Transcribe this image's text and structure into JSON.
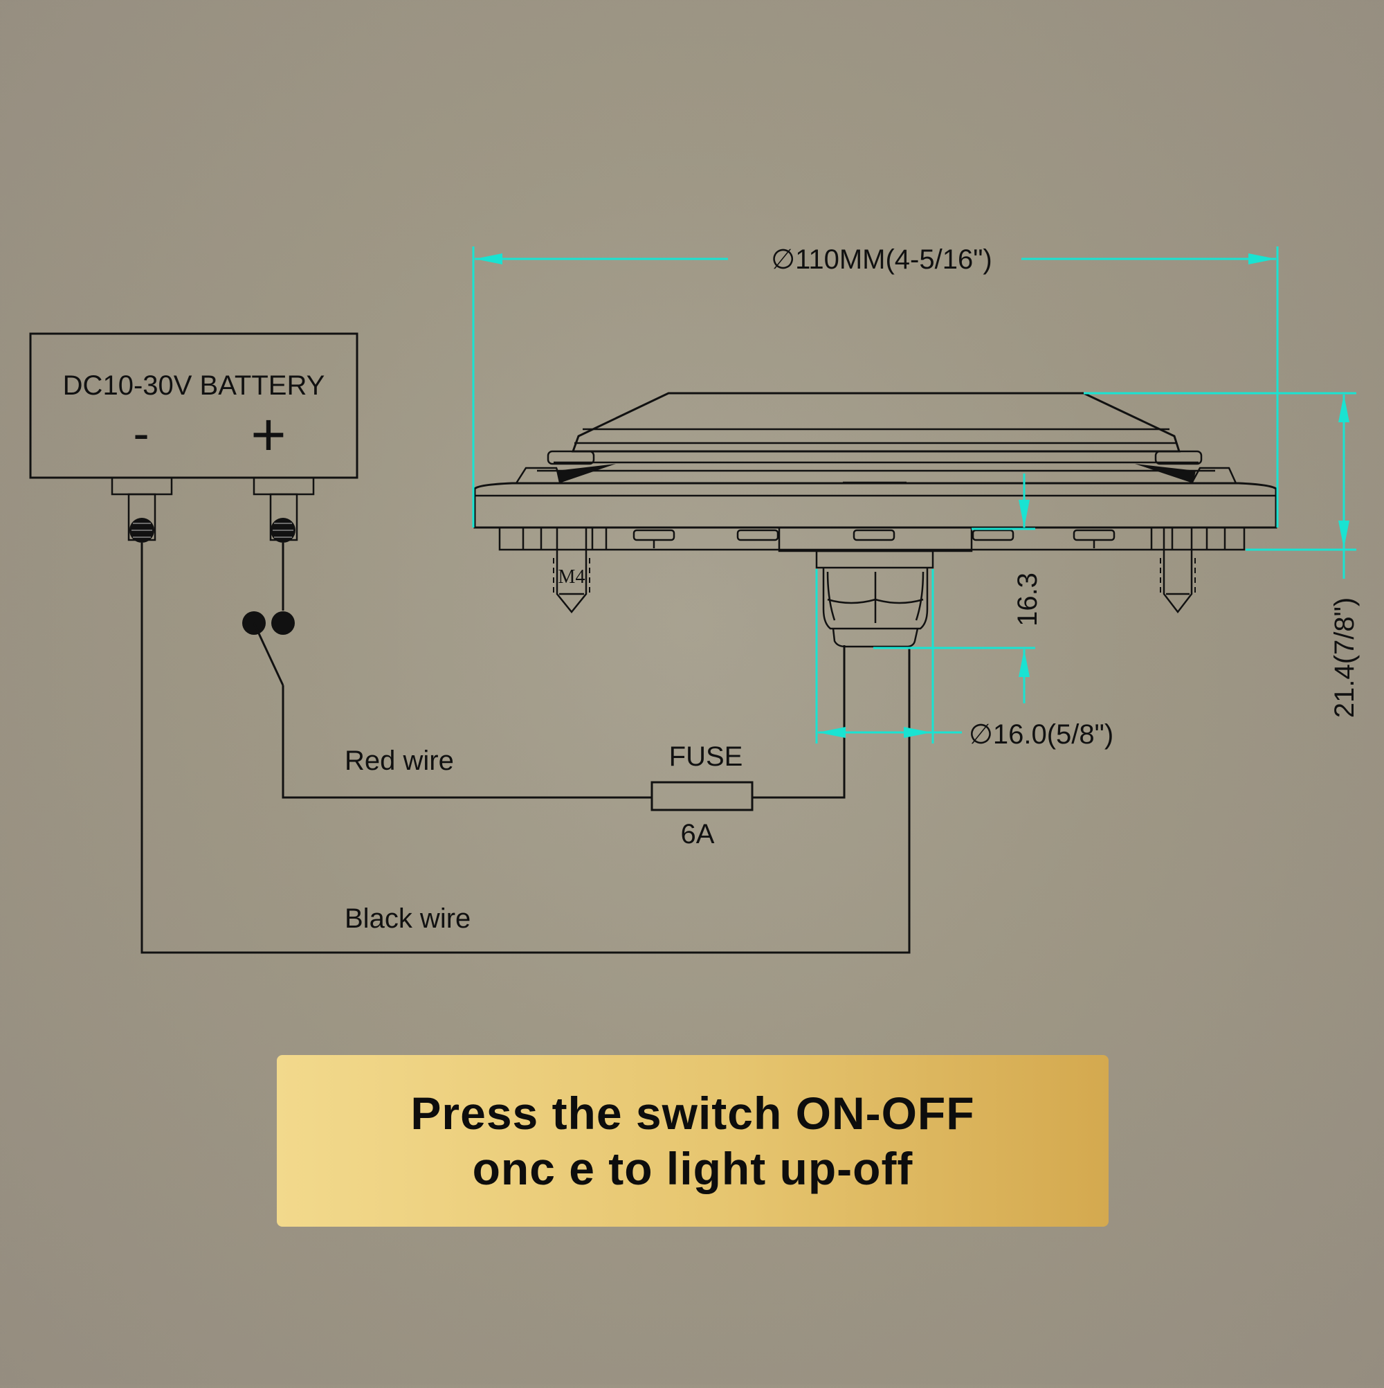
{
  "battery": {
    "label": "DC10-30V BATTERY",
    "negative_symbol": "-",
    "positive_symbol": "+"
  },
  "wires": {
    "red_label": "Red wire",
    "black_label": "Black wire"
  },
  "fuse": {
    "label": "FUSE",
    "rating": "6A"
  },
  "dimensions": {
    "diameter": "∅110MM(4-5/16\")",
    "total_height": "21.4(7/8\")",
    "stud_length": "16.3",
    "stud_diameter": "∅16.0(5/8\")",
    "screw_label": "M4"
  },
  "instruction": {
    "line1": "Press the switch ON-OFF",
    "line2": "onc e to light up-off"
  },
  "colors": {
    "dimension_lines": "#19e3d2",
    "drawing_lines": "#111111",
    "banner_start": "#f2d98c",
    "banner_end": "#d4a94f"
  }
}
